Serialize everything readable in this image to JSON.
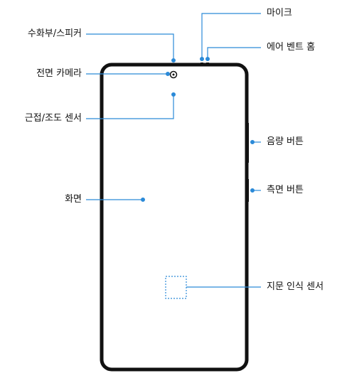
{
  "labels": {
    "speaker": "수화부/스피커",
    "front_camera": "전면 카메라",
    "proximity_sensor": "근접/조도 센서",
    "screen": "화면",
    "microphone": "마이크",
    "vent_hole": "에어 벤트 홈",
    "volume_button": "음량 버튼",
    "side_button": "측면 버튼",
    "fingerprint_sensor": "지문 인식 센서"
  },
  "colors": {
    "callout": "#2b8ad8",
    "outline": "#111111",
    "fingerprint": "#2b8ad8"
  }
}
